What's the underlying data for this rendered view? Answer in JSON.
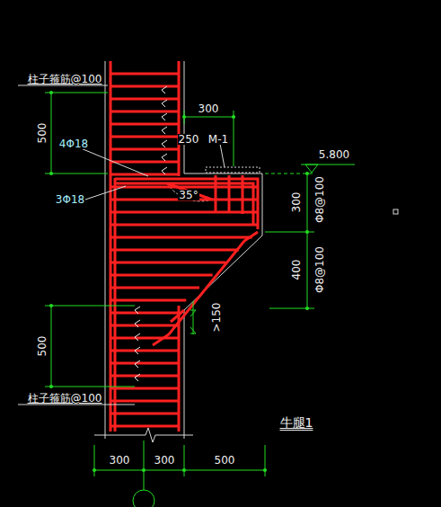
{
  "diagram": {
    "title": "牛腿1",
    "labels": [
      "柱子箍筋@100",
      "500",
      "4Φ18",
      "3Φ18",
      "300",
      "250",
      "M-1",
      "5.800",
      "35°",
      "300",
      "Φ8@100",
      "400",
      "Φ8@100",
      ">150",
      "500",
      "柱子箍筋@100",
      "300",
      "300",
      "500"
    ]
  }
}
